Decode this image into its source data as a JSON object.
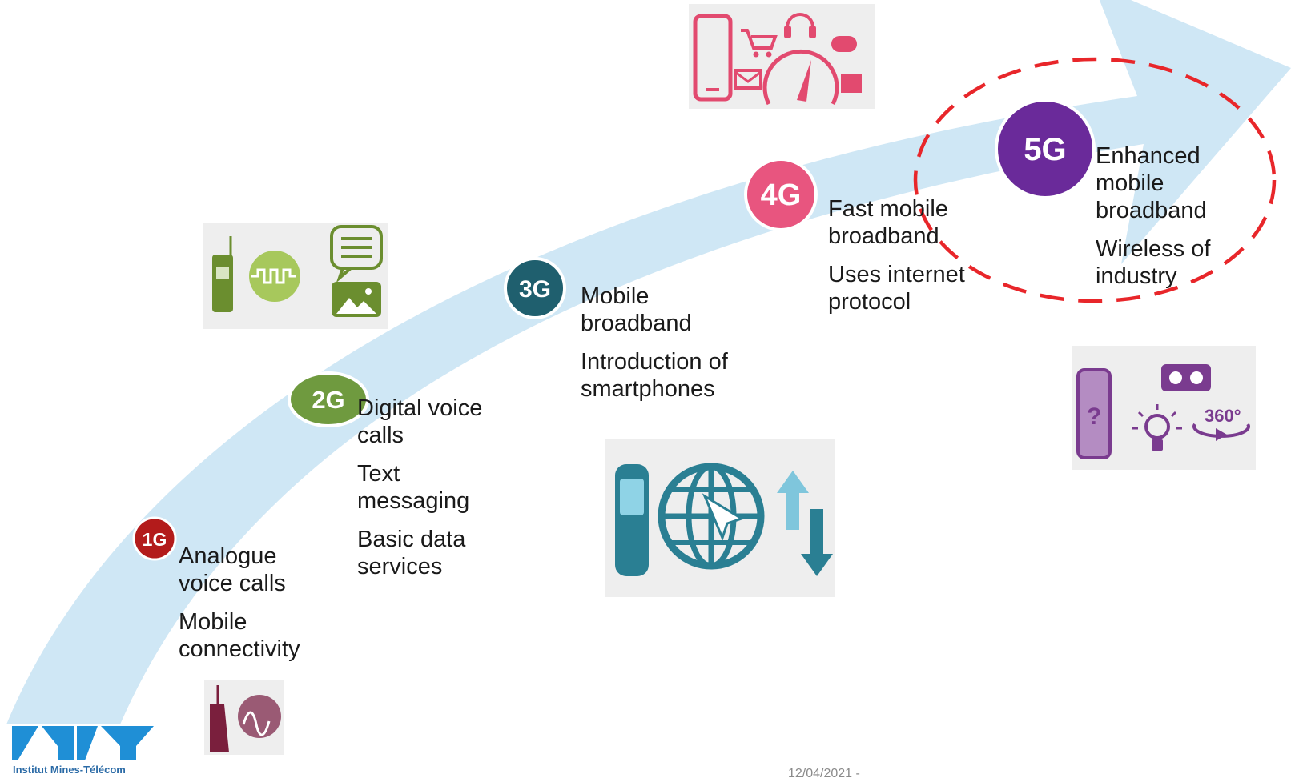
{
  "colors": {
    "arrow": "#cfe7f5",
    "icon_box_bg": "#eeeeee",
    "g1": "#b31b1b",
    "g2": "#6f9a3f",
    "g3": "#1f5f6e",
    "g4": "#e8557f",
    "g5": "#6a2a9a",
    "g2_icons": "#6b8e2f",
    "g3_icons": "#2a7f93",
    "g4_icons": "#e24a6f",
    "g5_icons": "#7a3b8f",
    "g1_icons": "#7a1f3d",
    "highlight_ring": "#e8262a",
    "imt_logo": "#1f8fd6"
  },
  "generations": [
    {
      "id": "1G",
      "label": "1G",
      "features": [
        [
          "Analogue",
          "voice calls"
        ],
        [
          "Mobile",
          "connectivity"
        ]
      ]
    },
    {
      "id": "2G",
      "label": "2G",
      "features": [
        [
          "Digital voice",
          "calls"
        ],
        [
          "Text",
          "messaging"
        ],
        [
          "Basic data",
          "services"
        ]
      ]
    },
    {
      "id": "3G",
      "label": "3G",
      "features": [
        [
          "Mobile",
          "broadband"
        ],
        [
          "Introduction of",
          "smartphones"
        ]
      ]
    },
    {
      "id": "4G",
      "label": "4G",
      "features": [
        [
          "Fast mobile",
          "broadband"
        ],
        [
          "Uses internet",
          "protocol"
        ]
      ]
    },
    {
      "id": "5G",
      "label": "5G",
      "features": [
        [
          "Enhanced",
          "mobile",
          "broadband"
        ],
        [
          "Wireless of",
          "industry"
        ]
      ]
    }
  ],
  "icons": {
    "g1": [
      "brick-phone-icon",
      "analog-wave-icon"
    ],
    "g2": [
      "cell-phone-icon",
      "phone-call-icon",
      "chat-bubble-icon",
      "picture-message-icon"
    ],
    "g3": [
      "smartphone-icon",
      "globe-cursor-icon",
      "data-arrows-icon"
    ],
    "g4": [
      "phone-icon",
      "cart-icon",
      "headphones-icon",
      "gamepad-icon",
      "mail-icon",
      "speedometer-icon",
      "video-icon"
    ],
    "g5": [
      "smart-device-icon",
      "vr-headset-icon",
      "smart-bulb-icon",
      "360-video-icon"
    ]
  },
  "icon_labels": {
    "video_360": "360°",
    "unknown_device": "?"
  },
  "logo": {
    "name": "Institut Mines-Télécom"
  },
  "footer": {
    "date": "12/04/2021 -"
  }
}
